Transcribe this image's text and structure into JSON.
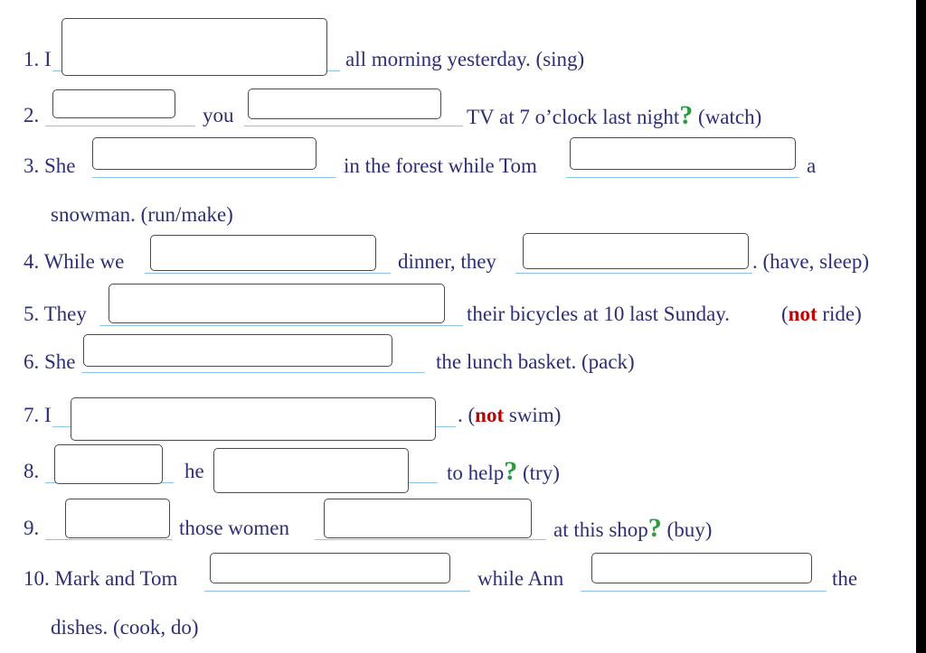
{
  "exercise": {
    "q1": {
      "num": "1. I",
      "after": "all morning yesterday.  (sing)"
    },
    "q2": {
      "num": "2.",
      "mid": "you",
      "after": "TV at 7 o’clock last night",
      "mark": "?",
      "hint": "(watch)"
    },
    "q3": {
      "num": "3. She",
      "mid": "in the forest while Tom",
      "after": "a",
      "cont": "snowman.  (run/make)"
    },
    "q4": {
      "num": "4. While  we",
      "mid": "dinner, they",
      "after": ".  (have, sleep)"
    },
    "q5": {
      "num": "5. They",
      "after": "their bicycles at 10 last Sunday.",
      "hint_open": "(",
      "neg": "not",
      "hint_close": " ride)"
    },
    "q6": {
      "num": "6. She",
      "after": "the lunch basket.  (pack)"
    },
    "q7": {
      "num": "7. I",
      "after": ".  (",
      "neg": "not",
      "hint": " swim)"
    },
    "q8": {
      "num": "8.",
      "mid": "he",
      "after": "to help",
      "mark": "?",
      "hint": "(try)"
    },
    "q9": {
      "num": "9.",
      "mid": "those  women",
      "after": "at this shop",
      "mark": "?",
      "hint": "(buy)"
    },
    "q10": {
      "num": "10. Mark and Tom",
      "mid": "while Ann",
      "after": "the",
      "cont": "dishes.  (cook, do)"
    }
  }
}
